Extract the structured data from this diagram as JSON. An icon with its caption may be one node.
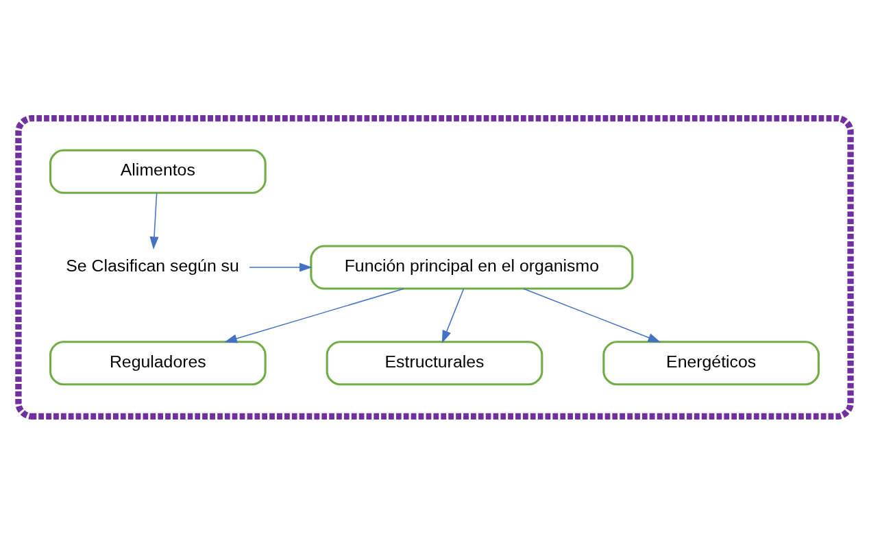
{
  "diagram": {
    "nodes": [
      {
        "text": [],
        "shape": "box"
      },
      {
        "text": [
          "Alimentos"
        ],
        "in": 0
      },
      {
        "text": [
          "Se Clasifican según su"
        ],
        "in": 0
      },
      {
        "text": [
          "Función principal en el organismo"
        ],
        "in": 0
      },
      {
        "text": [
          "Reguladores"
        ],
        "in": 0
      },
      {
        "text": [
          "Estructurales"
        ],
        "in": 0
      },
      {
        "text": [
          "Energéticos"
        ],
        "in": 0
      }
    ],
    "edges": [
      {
        "from": 1,
        "to": 2,
        "arrow": "to"
      },
      {
        "from": 2,
        "to": 3,
        "arrow": "to"
      },
      {
        "from": 3,
        "to": 5,
        "arrow": "to"
      },
      {
        "from": 3,
        "to": 6,
        "arrow": "to"
      },
      {
        "from": 3,
        "to": 4,
        "arrow": "to"
      }
    ]
  }
}
